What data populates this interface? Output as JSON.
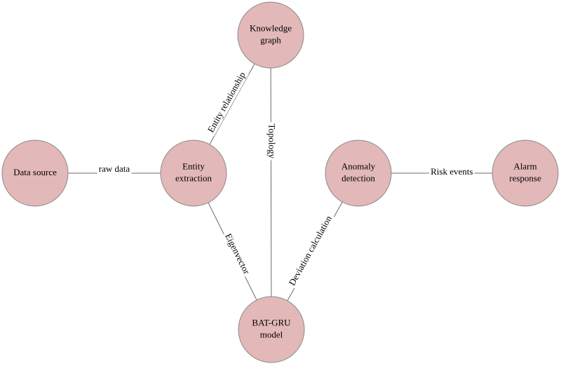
{
  "colors": {
    "node_fill": "#E3B8B8",
    "node_stroke": "#8A8A8A",
    "edge": "#6B6B6B",
    "text": "#000000"
  },
  "nodes": [
    {
      "id": "data-source",
      "lines": [
        "Data source"
      ]
    },
    {
      "id": "entity-extraction",
      "lines": [
        "Entity",
        "extraction"
      ]
    },
    {
      "id": "knowledge-graph",
      "lines": [
        "Knowledge",
        "graph"
      ]
    },
    {
      "id": "anomaly-detection",
      "lines": [
        "Anomaly",
        "detection"
      ]
    },
    {
      "id": "alarm-response",
      "lines": [
        "Alarm",
        "response"
      ]
    },
    {
      "id": "bat-gru-model",
      "lines": [
        "BAT-GRU",
        "model"
      ]
    }
  ],
  "edges": [
    {
      "id": "raw-data",
      "from": "data-source",
      "to": "entity-extraction",
      "label": "raw data"
    },
    {
      "id": "entity-relationship",
      "from": "entity-extraction",
      "to": "knowledge-graph",
      "label": "Entity relationship"
    },
    {
      "id": "topology",
      "from": "knowledge-graph",
      "to": "bat-gru-model",
      "label": "Topology"
    },
    {
      "id": "eigenvector",
      "from": "entity-extraction",
      "to": "bat-gru-model",
      "label": "Eigenvector"
    },
    {
      "id": "deviation-calculation",
      "from": "bat-gru-model",
      "to": "anomaly-detection",
      "label": "Deviation calculation"
    },
    {
      "id": "risk-events",
      "from": "anomaly-detection",
      "to": "alarm-response",
      "label": "Risk events"
    }
  ]
}
